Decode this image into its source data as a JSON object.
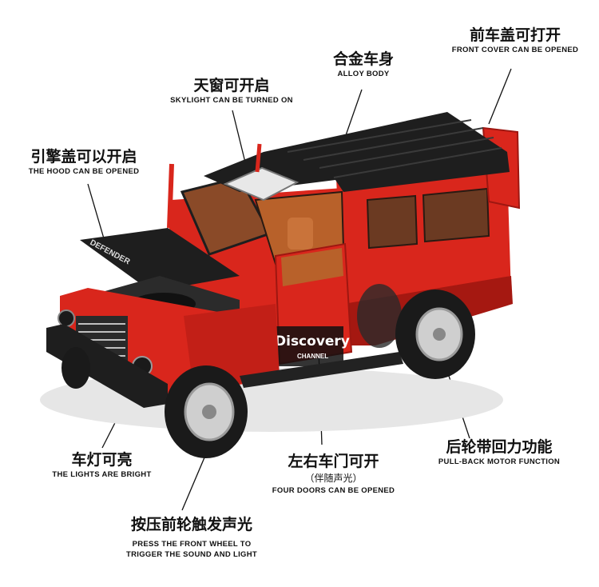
{
  "callouts": {
    "front_cover": {
      "zh": "前车盖可打开",
      "en": "FRONT COVER CAN BE OPENED"
    },
    "alloy_body": {
      "zh": "合金车身",
      "en": "ALLOY BODY"
    },
    "skylight": {
      "zh": "天窗可开启",
      "en": "SKYLIGHT CAN BE TURNED ON"
    },
    "hood": {
      "zh": "引擎盖可以开启",
      "en": "THE HOOD CAN BE OPENED"
    },
    "lights": {
      "zh": "车灯可亮",
      "en": "THE LIGHTS ARE BRIGHT"
    },
    "doors": {
      "zh": "左右车门可开",
      "sub": "（伴随声光）",
      "en": "FOUR DOORS CAN BE OPENED"
    },
    "pullback": {
      "zh": "后轮带回力功能",
      "en": "PULL-BACK MOTOR FUNCTION"
    },
    "sound": {
      "zh": "按压前轮触发声光",
      "en_line1": "PRESS THE FRONT WHEEL TO",
      "en_line2": "TRIGGER THE SOUND AND LIGHT"
    }
  },
  "car": {
    "hood_text": "DEFENDER",
    "door_brand": "Discovery",
    "door_sub": "CHANNEL",
    "colors": {
      "body": "#d9261c",
      "body_dark": "#9e1711",
      "roof": "#1e1e1e",
      "interior": "#b8612a",
      "grille": "#2a2a2a",
      "chrome": "#d8d8d8"
    }
  }
}
